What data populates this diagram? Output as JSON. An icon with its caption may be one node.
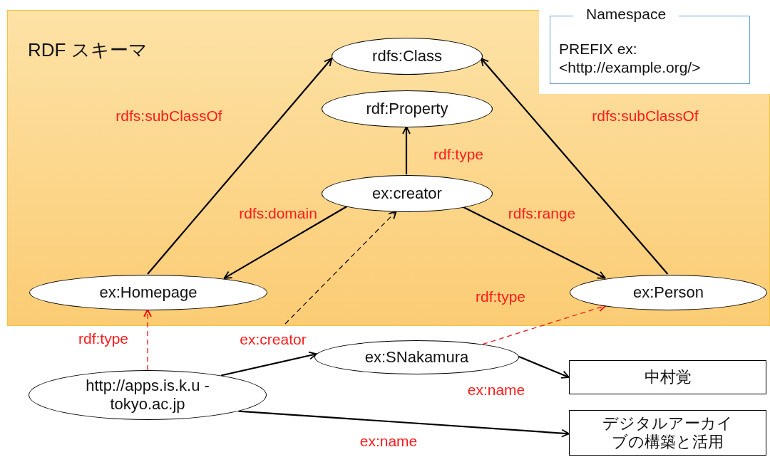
{
  "diagram": {
    "nodes": [
      {
        "text": [
          "RDF スキーマ"
        ]
      },
      {
        "text": [
          "rdfs:Class"
        ],
        "in": 0
      },
      {
        "text": [
          "rdf:Property"
        ],
        "in": 0
      },
      {
        "text": [
          "ex:creator"
        ],
        "in": 0
      },
      {
        "text": [
          "ex:Homepage"
        ],
        "in": 0
      },
      {
        "text": [
          "ex:Person"
        ],
        "in": 0
      },
      {
        "text": [
          "Namespace",
          "PREFIX ex: <http://example.org/>"
        ]
      },
      {
        "text": [
          "http://apps.is.k.u -tokyo.ac.jp"
        ]
      },
      {
        "text": [
          "ex:SNakamura"
        ]
      },
      {
        "text": [
          "中村覚"
        ]
      },
      {
        "text": [
          "デジタルアーカイブの構築と活用"
        ]
      }
    ],
    "edges": [
      {
        "from": 4,
        "to": 1,
        "arrow": "to",
        "label": "rdfs:subClassOf"
      },
      {
        "from": 5,
        "to": 1,
        "arrow": "to",
        "label": "rdfs:subClassOf"
      },
      {
        "from": 3,
        "to": 2,
        "arrow": "to",
        "label": "rdf:type"
      },
      {
        "from": 3,
        "to": 4,
        "arrow": "to",
        "label": "rdfs:domain"
      },
      {
        "from": 3,
        "to": 5,
        "arrow": "to",
        "label": "rdfs:range"
      },
      {
        "from": 8,
        "to": 5,
        "arrow": "to",
        "label": "rdf:type",
        "style": "dashed",
        "color": "#ff0000"
      },
      {
        "from": 7,
        "to": 4,
        "arrow": "to",
        "label": "rdf:type",
        "style": "dashed",
        "color": "#ff0000"
      },
      {
        "from": null,
        "to": 3,
        "arrow": "to",
        "style": "dashed"
      },
      {
        "from": 7,
        "to": 8,
        "arrow": "to",
        "label": "ex:creator"
      },
      {
        "from": 8,
        "to": 9,
        "arrow": "to",
        "label": "ex:name"
      },
      {
        "from": 7,
        "to": 10,
        "arrow": "to",
        "label": "ex:name"
      }
    ]
  }
}
